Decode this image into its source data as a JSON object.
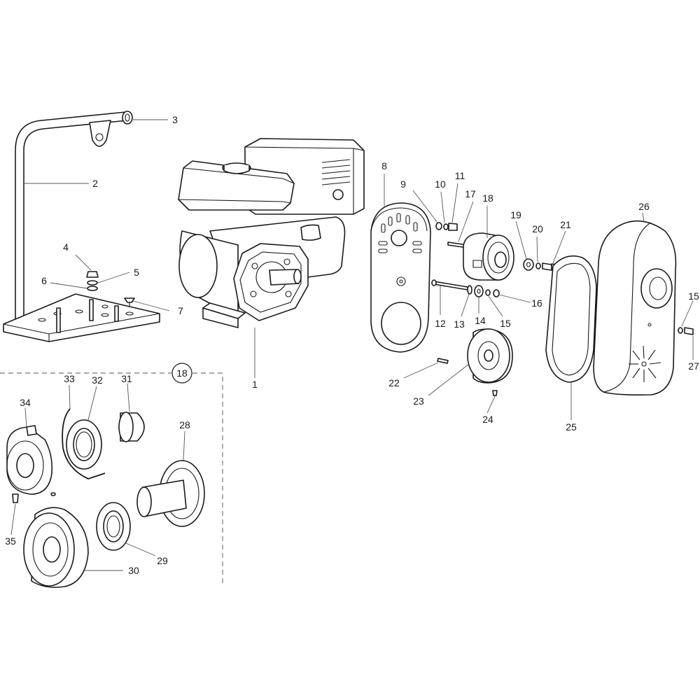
{
  "callouts": {
    "c1": "1",
    "c2": "2",
    "c3": "3",
    "c4": "4",
    "c5": "5",
    "c6": "6",
    "c7": "7",
    "c8": "8",
    "c9": "9",
    "c10": "10",
    "c11": "11",
    "c12": "12",
    "c13": "13",
    "c14": "14",
    "c15a": "15",
    "c15b": "15",
    "c16": "16",
    "c17": "17",
    "c18": "18",
    "c18box": "18",
    "c19": "19",
    "c20": "20",
    "c21": "21",
    "c22": "22",
    "c23": "23",
    "c24": "24",
    "c25": "25",
    "c26": "26",
    "c27": "27",
    "c28": "28",
    "c29": "29",
    "c30": "30",
    "c31": "31",
    "c32": "32",
    "c33": "33",
    "c34": "34",
    "c35": "35"
  }
}
